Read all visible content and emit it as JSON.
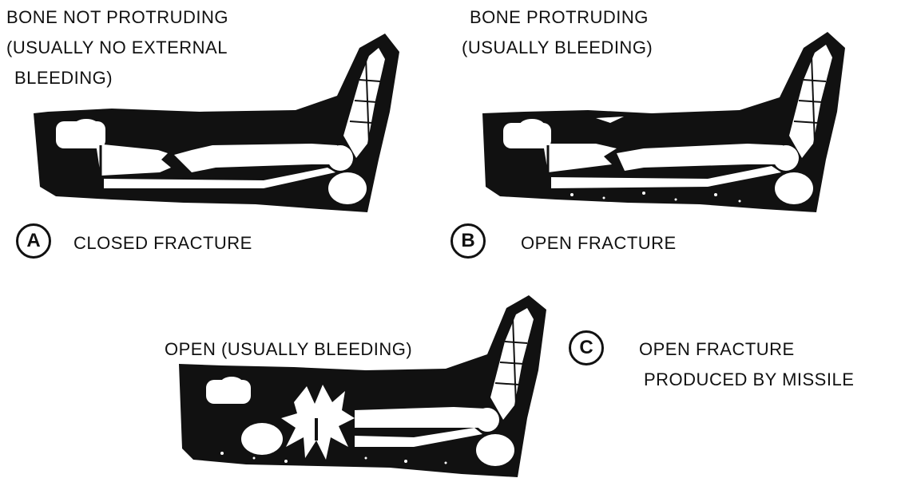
{
  "panel_a": {
    "caption_lines": [
      "BONE NOT PROTRUDING",
      "(USUALLY NO EXTERNAL",
      "BLEEDING)"
    ],
    "letter": "A",
    "title": "CLOSED FRACTURE"
  },
  "panel_b": {
    "caption_lines": [
      "BONE PROTRUDING",
      "(USUALLY BLEEDING)"
    ],
    "letter": "B",
    "title": "OPEN FRACTURE"
  },
  "panel_c": {
    "caption": "OPEN (USUALLY BLEEDING)",
    "letter": "C",
    "title_lines": [
      "OPEN FRACTURE",
      "PRODUCED BY MISSILE"
    ]
  },
  "colors": {
    "ink": "#111111",
    "bone": "#ffffff"
  }
}
